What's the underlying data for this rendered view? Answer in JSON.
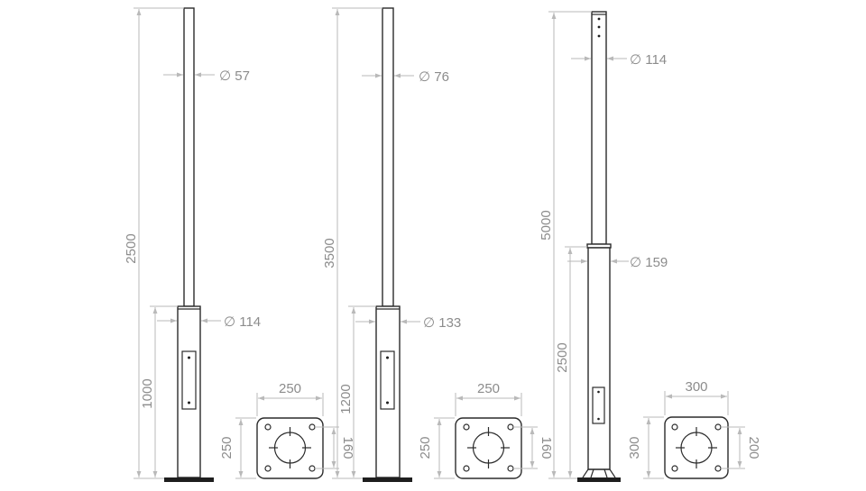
{
  "poles": [
    {
      "height_label": "2500",
      "top_diameter_label": "∅ 57",
      "bottom_diameter_label": "∅ 114",
      "base_height_label": "1000",
      "flange_width_label": "250",
      "flange_height_label": "250",
      "hole_spacing_label": "160"
    },
    {
      "height_label": "3500",
      "top_diameter_label": "∅ 76",
      "bottom_diameter_label": "∅ 133",
      "base_height_label": "1200",
      "flange_width_label": "250",
      "flange_height_label": "250",
      "hole_spacing_label": "160"
    },
    {
      "height_label": "5000",
      "top_diameter_label": "∅ 114",
      "bottom_diameter_label": "∅ 159",
      "base_height_label": "2500",
      "flange_width_label": "300",
      "flange_height_label": "300",
      "hole_spacing_label": "200"
    }
  ],
  "colors": {
    "dimension": "#8c8c8c",
    "outline": "#2b2b2b"
  }
}
